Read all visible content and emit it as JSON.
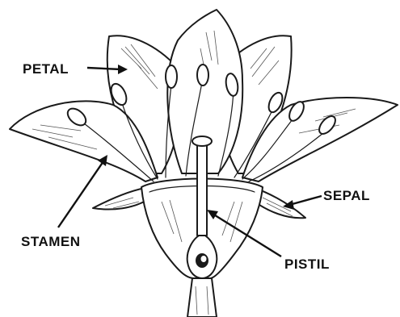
{
  "labels": {
    "petal": "PETAL",
    "stamen": "STAMEN",
    "sepal": "SEPAL",
    "pistil": "PISTIL"
  },
  "colors": {
    "ink": "#1a1a1a",
    "background": "#ffffff"
  }
}
